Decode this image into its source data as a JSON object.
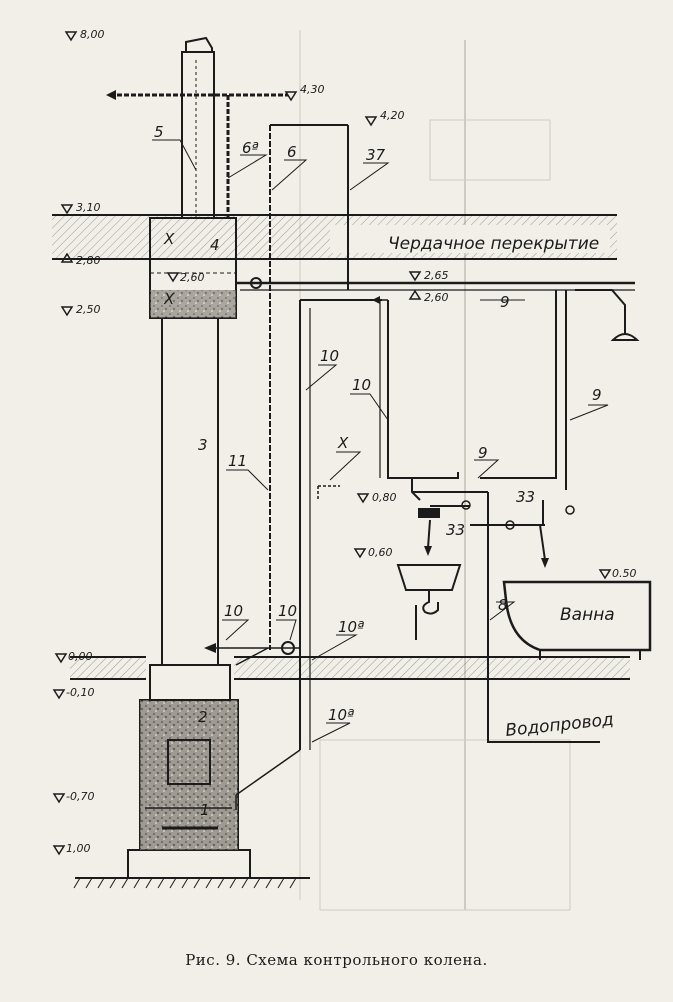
{
  "caption": "Рис. 9. Схема контрольного колена.",
  "levels": {
    "l800": "8,00",
    "l430": "4,30",
    "l420": "4,20",
    "l310": "3,10",
    "l280": "2,80",
    "l260a": "2,60",
    "l265": "2,65",
    "l260b": "2,60",
    "l250": "2,50",
    "l080": "0,80",
    "l060": "0,60",
    "l050": "0.50",
    "l000": "0,00",
    "l010": "-0,10",
    "l070": "-0,70",
    "l100": "1,00"
  },
  "labels": {
    "attic_floor": "Чердачное перекрытие",
    "bath": "Ванна",
    "water_supply": "Водопровод",
    "n1": "1",
    "n2": "2",
    "n3": "3",
    "n4": "4",
    "n5": "5",
    "n6": "6",
    "n6a": "6ª",
    "n37": "37",
    "n9a": "9",
    "n9b": "9",
    "n9c": "9",
    "n10a": "10",
    "n10b": "10",
    "n10c": "10",
    "n10d": "10",
    "n10sa": "10ª",
    "n10sb": "10ª",
    "n11": "11",
    "n33a": "33",
    "n33b": "33",
    "n8": "8",
    "x1": "X",
    "x2": "X",
    "x3": "X"
  }
}
